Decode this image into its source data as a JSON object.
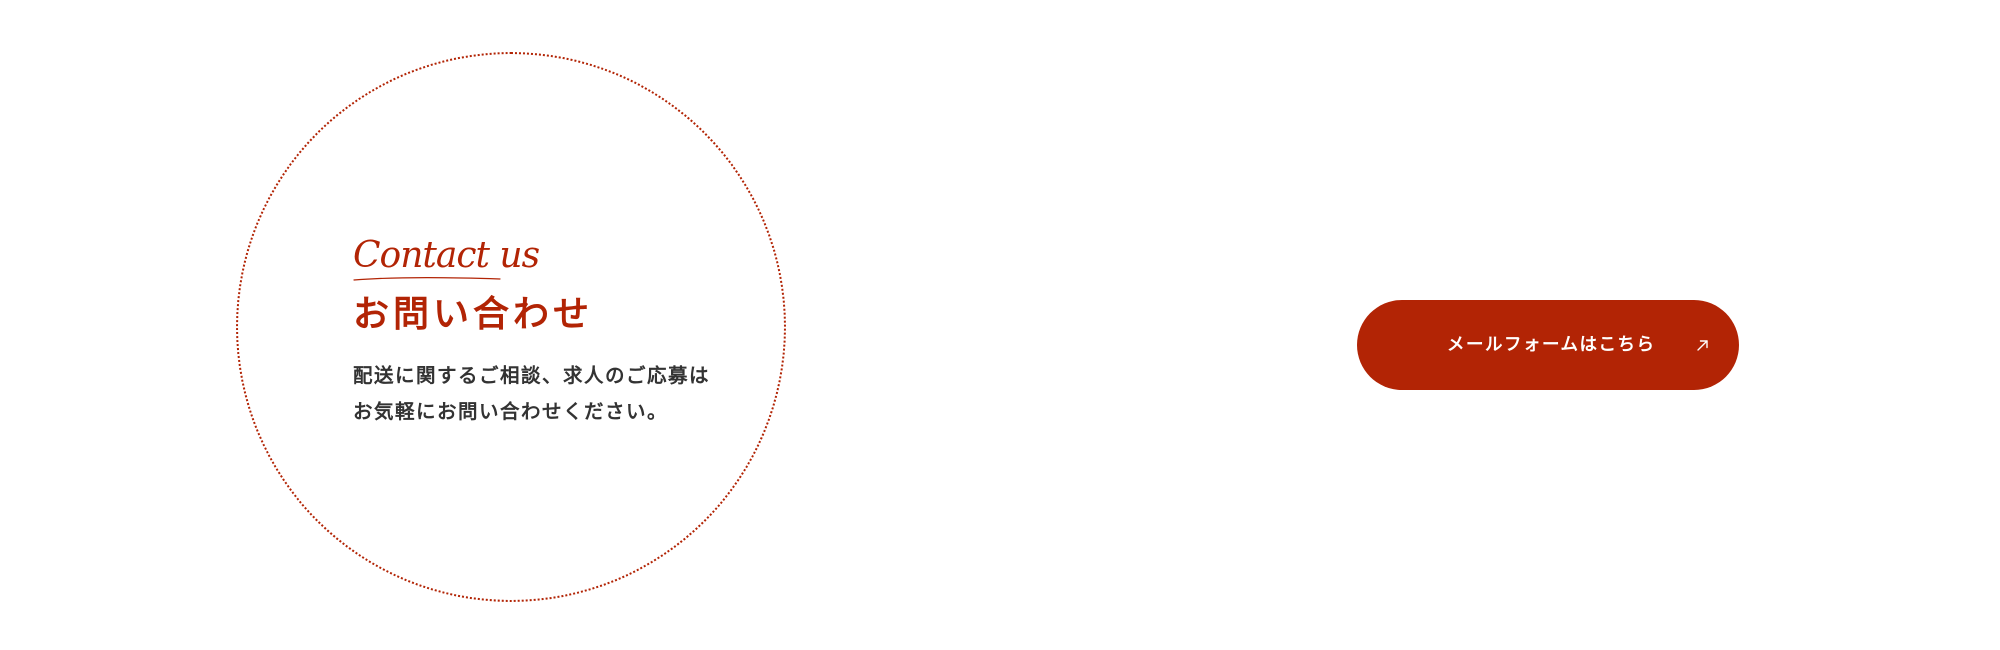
{
  "contact": {
    "script_label": "Contact us",
    "heading": "お問い合わせ",
    "description_lines": [
      "配送に関するご相談、求人のご応募は",
      "お気軽にお問い合わせください。"
    ]
  },
  "cta": {
    "label": "メールフォームはこちら",
    "icon": "arrow-up-right-icon"
  },
  "colors": {
    "accent": "#b22405",
    "text": "#333333",
    "background": "#ffffff"
  }
}
